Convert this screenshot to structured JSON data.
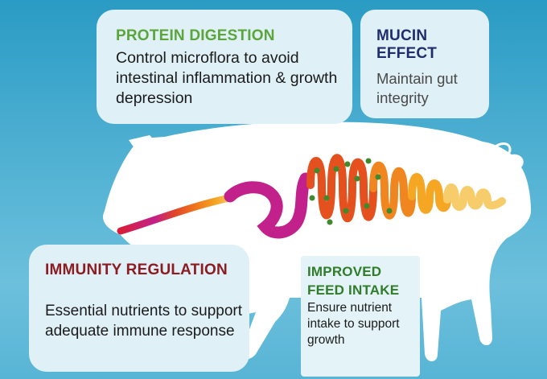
{
  "cards": {
    "protein": {
      "title": "PROTEIN DIGESTION",
      "body": "Control microflora to avoid intestinal inflammation & growth depression",
      "title_color": "#5aa63a"
    },
    "mucin": {
      "title": "MUCIN EFFECT",
      "body": "Maintain gut integrity",
      "title_color": "#1f2d6e"
    },
    "immunity": {
      "title": "IMMUNITY REGULATION",
      "body": "Essential nutrients to support adequate immune response",
      "title_color": "#8b1c22"
    },
    "feed": {
      "title": "IMPROVED FEED INTAKE",
      "body": "Ensure nutrient intake to support growth",
      "title_color": "#2f7d2a"
    }
  },
  "illustration": {
    "subject": "pig-silhouette",
    "gut_gradient": [
      "#d81e3a",
      "#c2208a",
      "#e0442a",
      "#f07a1c",
      "#f5a623",
      "#f7d37a"
    ]
  }
}
